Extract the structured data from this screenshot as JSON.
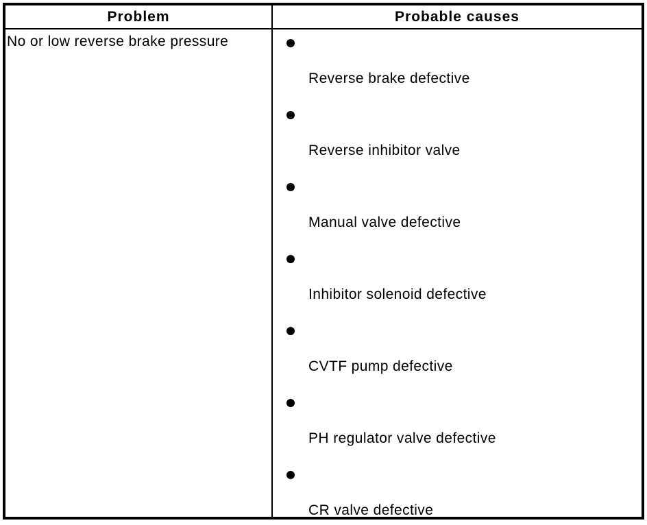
{
  "table": {
    "headers": {
      "problem": "Problem",
      "causes": "Probable causes"
    },
    "problem": "No or low reverse brake pressure",
    "causes": [
      "Reverse brake defective",
      "Reverse inhibitor valve",
      "Manual valve defective",
      "Inhibitor solenoid defective",
      "CVTF pump defective",
      "PH regulator valve defective",
      "CR valve defective"
    ],
    "icons": {
      "bullet": "●"
    },
    "colors": {
      "border": "#000000",
      "background": "#ffffff",
      "text": "#000000"
    }
  }
}
